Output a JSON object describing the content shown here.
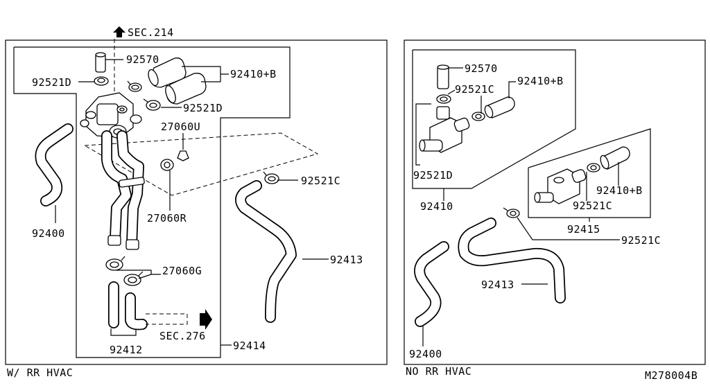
{
  "left_panel": {
    "caption": "W/ RR HVAC",
    "sec_top": "SEC.214",
    "sec_bottom": "SEC.276",
    "labels": {
      "p92570": "92570",
      "p92521D_a": "92521D",
      "p92410B": "92410+B",
      "p92521D_b": "92521D",
      "p27060U": "27060U",
      "p92521C": "92521C",
      "p92400": "92400",
      "p27060R": "27060R",
      "p92413": "92413",
      "p27060G": "27060G",
      "p92412": "92412",
      "p92414": "92414"
    }
  },
  "right_panel": {
    "caption": "NO RR HVAC",
    "labels": {
      "p92570": "92570",
      "p92410B_a": "92410+B",
      "p92521C_a": "92521C",
      "p92521D": "92521D",
      "p92410": "92410",
      "p92410B_b": "92410+B",
      "p92521C_b": "92521C",
      "p92415": "92415",
      "p92521C_c": "92521C",
      "p92413": "92413",
      "p92400": "92400"
    }
  },
  "diagram_code": "M278004B"
}
